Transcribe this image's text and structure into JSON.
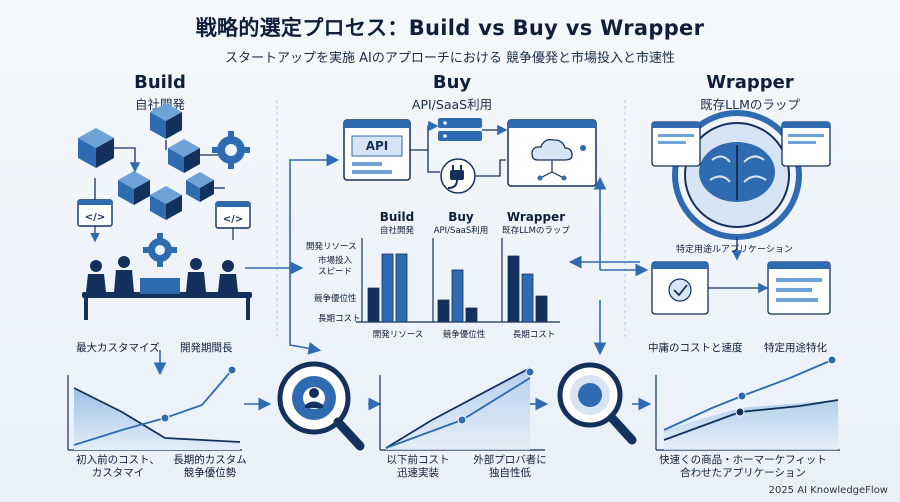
{
  "header": {
    "title": "戦略的選定プロセス：Build vs Buy vs Wrapper",
    "subtitle": "スタートアップを実施 AIのアプローチにおける 競争優発と市場投入と市速性"
  },
  "columns": {
    "build": {
      "title": "Build",
      "subtitle": "自社開発"
    },
    "buy": {
      "title": "Buy",
      "subtitle": "API/SaaS利用"
    },
    "wrapper": {
      "title": "Wrapper",
      "subtitle": "既存LLMのラップ"
    }
  },
  "buy_icons": {
    "api_label": "API"
  },
  "center_chart": {
    "row_labels": [
      "開発リソース",
      "市場投入\nスピード",
      "競争優位性",
      "長期コスト"
    ],
    "groups": [
      {
        "title": "Build",
        "subtitle": "自社開発",
        "x_label": "開発リソース"
      },
      {
        "title": "Buy",
        "subtitle": "API/SaaS利用",
        "x_label": "競争優位性"
      },
      {
        "title": "Wrapper",
        "subtitle": "既存LLMのラップ",
        "x_label": "長期コスト"
      }
    ]
  },
  "wrapper_caption": "特定用途ルアプリケーション",
  "build_notes": {
    "left": "最大カスタマイズ",
    "right": "開発期間長"
  },
  "wrapper_notes": {
    "left": "中庸のコストと速度",
    "right": "特定用途特化"
  },
  "bottom_captions": {
    "build_left": "初入前のコスト、\nカスタマイ",
    "build_right": "長期的カスタム\n競争優位勢",
    "buy_left": "以下前コスト\n迅速実装",
    "buy_right": "外部プロバ者に\n独自性低",
    "wrapper": "快速くの商品・ホーマーケフィット\n合わせたアプリケーション"
  },
  "footer": "2025 AI KnowledgeFlow",
  "colors": {
    "navy": "#14305c",
    "blue": "#2f6bb0",
    "light_blue": "#6fa3d8",
    "pale": "#d6e4f3",
    "bg": "#eef3f9"
  }
}
